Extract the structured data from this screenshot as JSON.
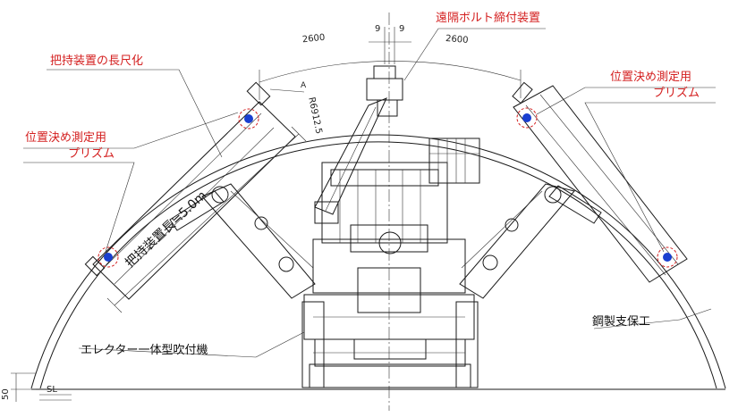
{
  "labels": {
    "bolt_device": "遠隔ボルト締付装置",
    "gripper_extension": "把持装置の長尺化",
    "prism_left_line1": "位置決め測定用",
    "prism_left_line2": "プリズム",
    "prism_right_line1": "位置決め測定用",
    "prism_right_line2": "プリズム",
    "gripper_length": "把持装置長≒5.0m",
    "steel_support": "鋼製支保工",
    "erector_machine": "エレクター一体型吹付機"
  },
  "dimensions": {
    "arc_left": "2600",
    "arc_right": "2600",
    "gap_left": "9",
    "gap_right": "9",
    "radius": "R6912.5",
    "point_a": "A",
    "height": "50",
    "spring_line": "SL"
  },
  "colors": {
    "annotation": "#d42020",
    "prism_fill": "#1a3fd0",
    "prism_ring": "#d42020",
    "line": "#1a1a1a"
  }
}
